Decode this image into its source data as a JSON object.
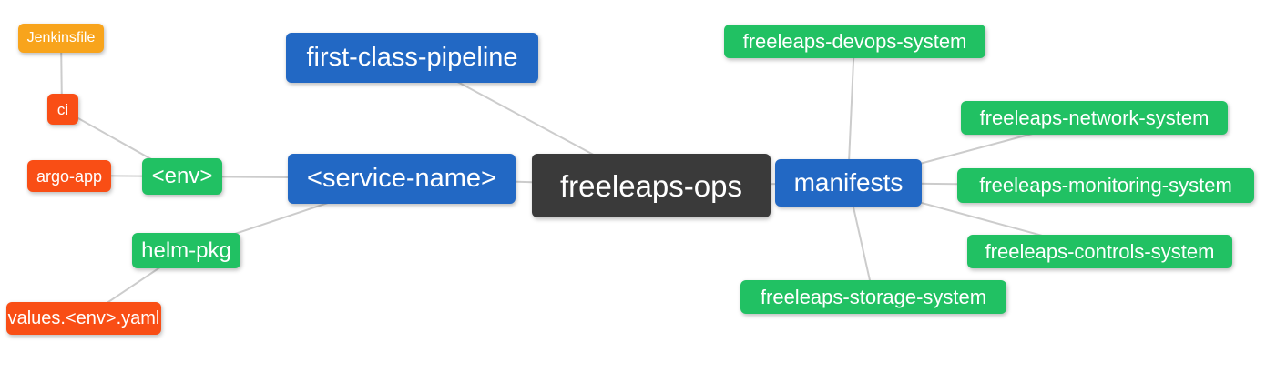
{
  "diagram": {
    "type": "mindmap",
    "palette": {
      "root_bg": "#3A3A3A",
      "branch_bg": "#2268C4",
      "green_bg": "#21C163",
      "amber_bg": "#F8A41C",
      "red_bg": "#F94E15",
      "text": "#FFFFFF",
      "connector": "#CCCCCC",
      "canvas_bg": "#FFFFFF"
    },
    "nodes": {
      "root": {
        "label": "freeleaps-ops"
      },
      "first_class_pipeline": {
        "label": "first-class-pipeline"
      },
      "service_name": {
        "label": "<service-name>"
      },
      "env": {
        "label": "<env>"
      },
      "ci": {
        "label": "ci"
      },
      "jenkinsfile": {
        "label": "Jenkinsfile"
      },
      "argo_app": {
        "label": "argo-app"
      },
      "helm_pkg": {
        "label": "helm-pkg"
      },
      "values_env_yaml": {
        "label": "values.<env>.yaml"
      },
      "manifests": {
        "label": "manifests"
      },
      "devops_system": {
        "label": "freeleaps-devops-system"
      },
      "network_system": {
        "label": "freeleaps-network-system"
      },
      "monitoring_system": {
        "label": "freeleaps-monitoring-system"
      },
      "controls_system": {
        "label": "freeleaps-controls-system"
      },
      "storage_system": {
        "label": "freeleaps-storage-system"
      }
    },
    "edges": [
      {
        "from": "jenkinsfile",
        "to": "ci"
      },
      {
        "from": "ci",
        "to": "env"
      },
      {
        "from": "argo_app",
        "to": "env"
      },
      {
        "from": "env",
        "to": "service_name"
      },
      {
        "from": "helm_pkg",
        "to": "service_name"
      },
      {
        "from": "values_env_yaml",
        "to": "helm_pkg"
      },
      {
        "from": "first_class_pipeline",
        "to": "root"
      },
      {
        "from": "service_name",
        "to": "root"
      },
      {
        "from": "root",
        "to": "manifests"
      },
      {
        "from": "manifests",
        "to": "devops_system"
      },
      {
        "from": "manifests",
        "to": "network_system"
      },
      {
        "from": "manifests",
        "to": "monitoring_system"
      },
      {
        "from": "manifests",
        "to": "controls_system"
      },
      {
        "from": "manifests",
        "to": "storage_system"
      }
    ]
  }
}
